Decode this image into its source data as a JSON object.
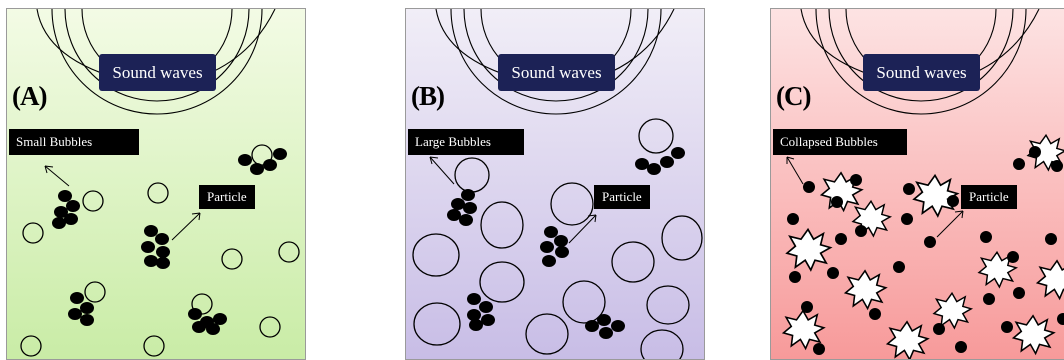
{
  "panels": [
    {
      "letter": "(A)",
      "sound_label": "Sound waves",
      "bubble_label": "Small Bubbles",
      "particle_label": "Particle",
      "bg_top": "#f3fbe5",
      "bg_bottom": "#c9eca6"
    },
    {
      "letter": "(B)",
      "sound_label": "Sound waves",
      "bubble_label": "Large Bubbles",
      "particle_label": "Particle",
      "bg_top": "#f1eef7",
      "bg_bottom": "#c8bde6"
    },
    {
      "letter": "(C)",
      "sound_label": "Sound waves",
      "bubble_label": "Collapsed Bubbles",
      "particle_label": "Particle",
      "bg_top": "#fde3e3",
      "bg_bottom": "#f79a9a"
    }
  ],
  "colors": {
    "label_bg": "#000000",
    "sound_bg": "#1c2256"
  }
}
